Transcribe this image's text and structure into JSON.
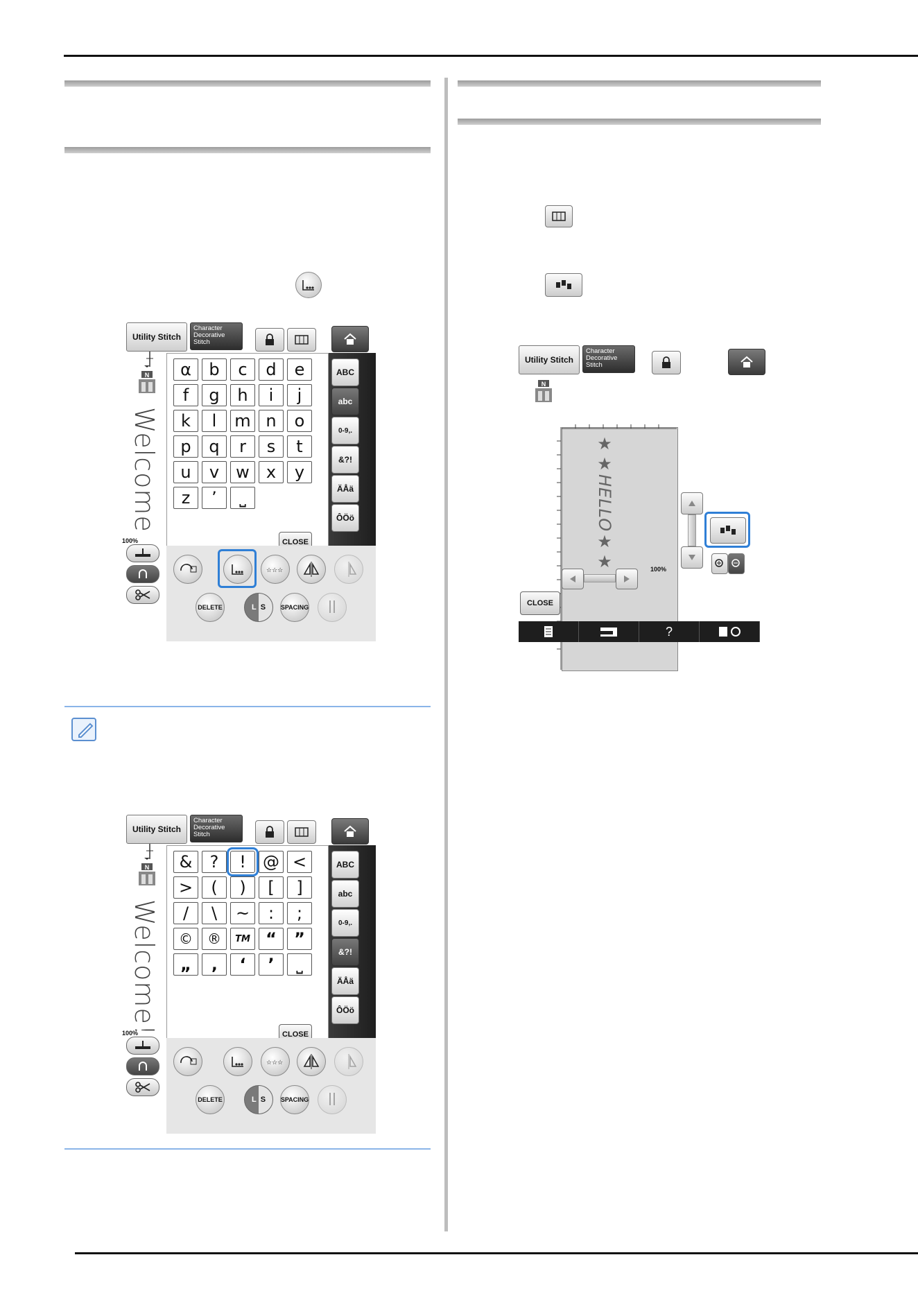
{
  "screen_common": {
    "tab_utility": "Utility Stitch",
    "tab_character": "Character Decorative Stitch",
    "zoom_percent": "100%",
    "close_label": "CLOSE",
    "delete_label": "DELETE",
    "spacing_label": "SPACING",
    "ls_l": "L",
    "ls_s": "S",
    "foot_label": "N"
  },
  "screen1": {
    "preview_text": "Welcome",
    "keys": [
      "α",
      "b",
      "c",
      "d",
      "e",
      "f",
      "g",
      "h",
      "i",
      "j",
      "k",
      "l",
      "m",
      "n",
      "o",
      "p",
      "q",
      "r",
      "s",
      "t",
      "u",
      "v",
      "w",
      "x",
      "y",
      "z",
      "’",
      "⎵"
    ],
    "side_keys": [
      "ABC",
      "abc",
      "0-9,.",
      "&?!",
      "ÄÅä",
      "ÔÖö"
    ],
    "active_side_key": "abc"
  },
  "screen2": {
    "preview_text": "Welcome!",
    "keys": [
      "&",
      "?",
      "!",
      "@",
      "<",
      ">",
      "(",
      ")",
      "[",
      "]",
      "/",
      "\\",
      "~",
      ":",
      ";",
      "©",
      "®",
      "TM",
      "“",
      "”",
      "„",
      "‚",
      "‘",
      "’",
      "⎵"
    ],
    "selected_key": "!",
    "side_keys": [
      "ABC",
      "abc",
      "0-9,.",
      "&?!",
      "ÄÅä",
      "ÔÖö"
    ],
    "active_side_key": "&?!"
  },
  "screen3": {
    "preview_text": "★★HELLO★★",
    "zoom_percent": "100%",
    "close_label": "CLOSE",
    "bottom_icons": [
      "document-icon",
      "sewing-machine-icon",
      "help-icon",
      "settings-icon"
    ],
    "help_label": "?"
  },
  "colors": {
    "highlight": "#2f7fd6",
    "memo_rule": "#8ab4e8"
  }
}
